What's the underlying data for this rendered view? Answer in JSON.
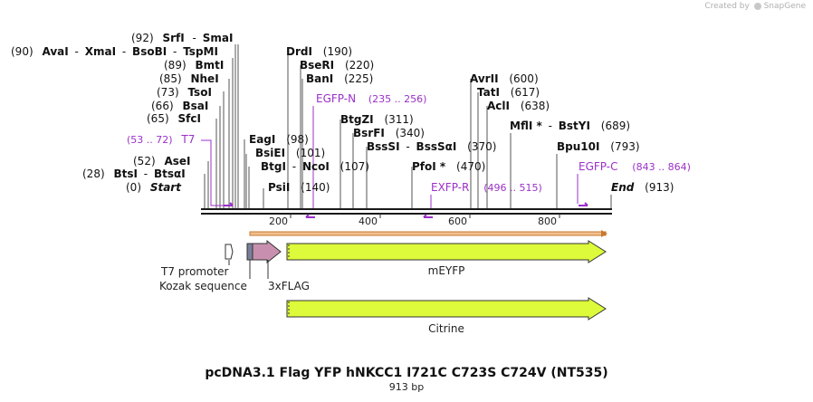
{
  "watermark": {
    "prefix": "Created by",
    "brand": "SnapGene"
  },
  "plasmid": {
    "name": "pcDNA3.1 Flag YFP hNKCC1 I721C C723S C724V (NT535)",
    "length_label": "913 bp",
    "length": 913
  },
  "ruler": {
    "ticks": [
      {
        "label": "200"
      },
      {
        "label": "400"
      },
      {
        "label": "600"
      },
      {
        "label": "800"
      }
    ]
  },
  "sites": [
    {
      "name": "AvaI",
      "pos": "(90)"
    },
    {
      "name": "XmaI",
      "pos": ""
    },
    {
      "name": "BsoBI",
      "pos": ""
    },
    {
      "name": "TspMI",
      "pos": ""
    },
    {
      "name": "SrfI",
      "pos": "(92)"
    },
    {
      "name": "SmaI",
      "pos": ""
    },
    {
      "name": "BmtI",
      "pos": "(89)"
    },
    {
      "name": "NheI",
      "pos": "(85)"
    },
    {
      "name": "TsoI",
      "pos": "(73)"
    },
    {
      "name": "BsaI",
      "pos": "(66)"
    },
    {
      "name": "SfcI",
      "pos": "(65)"
    },
    {
      "name": "AseI",
      "pos": "(52)"
    },
    {
      "name": "BtsI",
      "pos": "(28)"
    },
    {
      "name": "BtsαI",
      "pos": ""
    },
    {
      "name": "Start",
      "pos": "(0)"
    },
    {
      "name": "DrdI",
      "pos": "(190)"
    },
    {
      "name": "BseRI",
      "pos": "(220)"
    },
    {
      "name": "BanI",
      "pos": "(225)"
    },
    {
      "name": "EagI",
      "pos": "(98)"
    },
    {
      "name": "BsiEI",
      "pos": "(101)"
    },
    {
      "name": "BtgI",
      "pos": ""
    },
    {
      "name": "NcoI",
      "pos": "(107)"
    },
    {
      "name": "PsiI",
      "pos": "(140)"
    },
    {
      "name": "BtgZI",
      "pos": "(311)"
    },
    {
      "name": "BsrFI",
      "pos": "(340)"
    },
    {
      "name": "BssSI",
      "pos": ""
    },
    {
      "name": "BssSαI",
      "pos": "(370)"
    },
    {
      "name": "PfoI *",
      "pos": "(470)"
    },
    {
      "name": "AvrII",
      "pos": "(600)"
    },
    {
      "name": "TatI",
      "pos": "(617)"
    },
    {
      "name": "AclI",
      "pos": "(638)"
    },
    {
      "name": "MflI *",
      "pos": ""
    },
    {
      "name": "BstYI",
      "pos": "(689)"
    },
    {
      "name": "Bpu10I",
      "pos": "(793)"
    },
    {
      "name": "End",
      "pos": "(913)"
    }
  ],
  "primers": [
    {
      "name": "T7",
      "range": "(53 .. 72)"
    },
    {
      "name": "EGFP-N",
      "range": "(235 .. 256)"
    },
    {
      "name": "EXFP-R",
      "range": "(496 .. 515)"
    },
    {
      "name": "EGFP-C",
      "range": "(843 .. 864)"
    }
  ],
  "features": [
    {
      "name": "T7 promoter"
    },
    {
      "name": "Kozak sequence"
    },
    {
      "name": "3xFLAG"
    },
    {
      "name": "mEYFP"
    },
    {
      "name": "Citrine"
    }
  ],
  "colors": {
    "primer": "#9b30c8",
    "backbone": "#1a1a1a",
    "yfp_fill": "#ddfb3a",
    "flag_fill": "#c890ae",
    "orf": "#e8a060"
  }
}
